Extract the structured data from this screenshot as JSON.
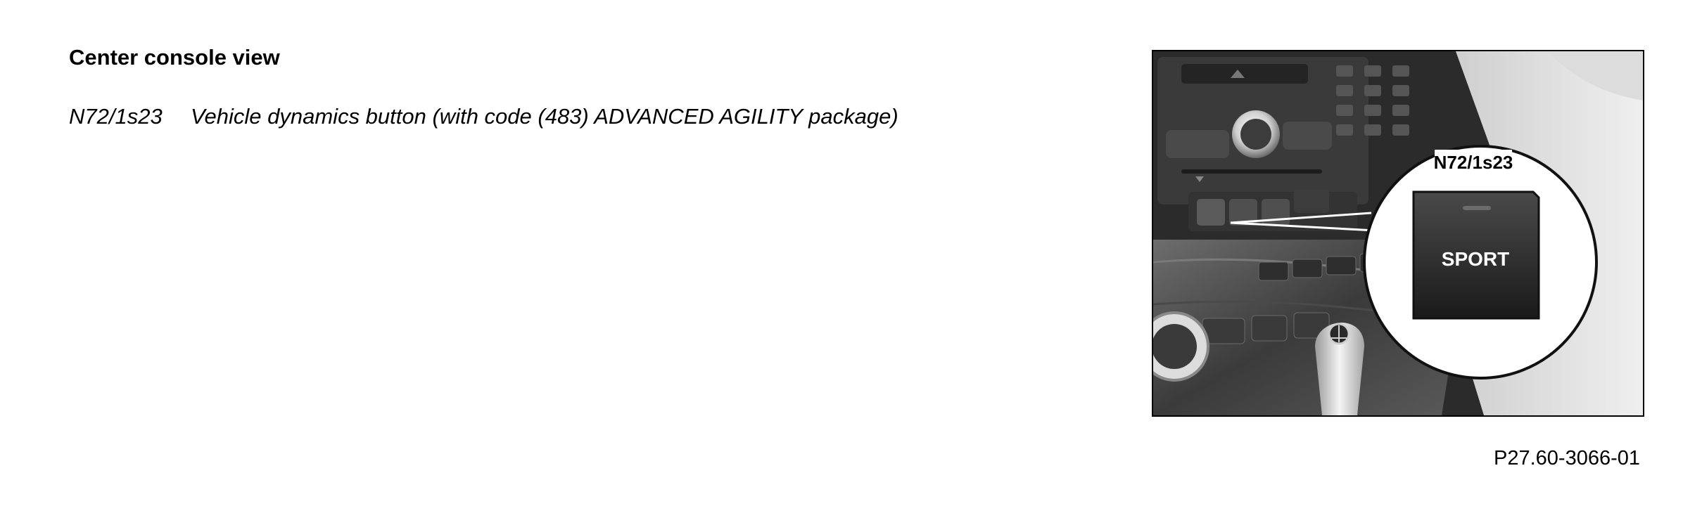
{
  "document": {
    "heading": "Center console view",
    "legend": [
      {
        "code": "N72/1s23",
        "description": "Vehicle dynamics button (with code (483) ADVANCED AGILITY package)"
      }
    ],
    "figure": {
      "callout_label": "N72/1s23",
      "button_text": "SPORT"
    },
    "reference": "P27.60-3066-01"
  }
}
